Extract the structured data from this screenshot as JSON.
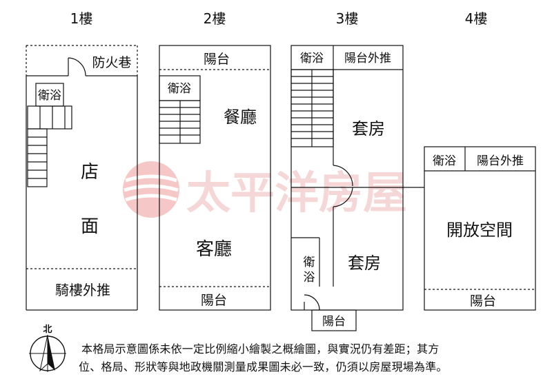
{
  "floors": [
    {
      "title": "1樓",
      "rooms": [
        "防火巷",
        "衛浴",
        "店",
        "面",
        "騎樓外推"
      ]
    },
    {
      "title": "2樓",
      "rooms": [
        "陽台",
        "衛浴",
        "餐廳",
        "客廳",
        "陽台"
      ]
    },
    {
      "title": "3樓",
      "rooms": [
        "衛浴",
        "陽台外推",
        "套房",
        "套房",
        "衛",
        "浴",
        "陽台"
      ]
    },
    {
      "title": "4樓",
      "rooms": [
        "衛浴",
        "陽台外推",
        "開放空間",
        "陽台"
      ]
    }
  ],
  "watermark": "太平洋房屋",
  "compass_label": "北",
  "disclaimer": {
    "line1": "本格局示意圖係未依一定比例縮小繪製之概繪圖，與實況仍有差距；其方",
    "line2": "位、格局、形狀等與地政機關測量成果圖未必一致，仍須以房屋現場為準。"
  },
  "colors": {
    "line": "#111111",
    "watermark_text": "#f2c9c9",
    "watermark_logo": "#e98f8f"
  }
}
